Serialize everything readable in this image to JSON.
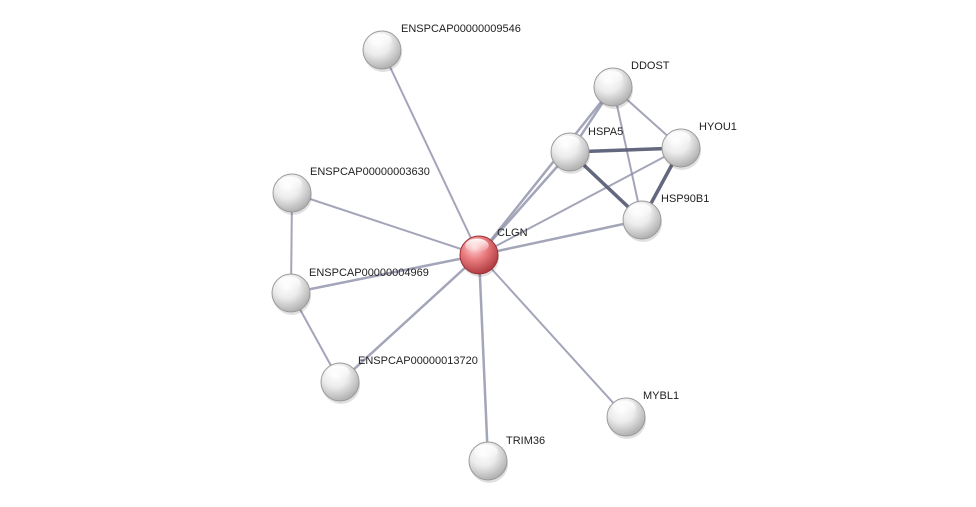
{
  "network": {
    "colors": {
      "query_node": "#e06a6e",
      "node": "#d8d8d8",
      "edge": "#8c8fa8",
      "edge_strong": "#5b6078"
    },
    "nodes": [
      {
        "id": "clgn",
        "label": "CLGN",
        "query": true
      },
      {
        "id": "e9546",
        "label": "ENSPCAP00000009546",
        "query": false
      },
      {
        "id": "ddost",
        "label": "DDOST",
        "query": false
      },
      {
        "id": "hspa5",
        "label": "HSPA5",
        "query": false
      },
      {
        "id": "hyou1",
        "label": "HYOU1",
        "query": false
      },
      {
        "id": "hsp90b1",
        "label": "HSP90B1",
        "query": false
      },
      {
        "id": "e3630",
        "label": "ENSPCAP00000003630",
        "query": false
      },
      {
        "id": "e4969",
        "label": "ENSPCAP00000004969",
        "query": false
      },
      {
        "id": "e13720",
        "label": "ENSPCAP00000013720",
        "query": false
      },
      {
        "id": "mybl1",
        "label": "MYBL1",
        "query": false
      },
      {
        "id": "trim36",
        "label": "TRIM36",
        "query": false
      }
    ],
    "edges": [
      {
        "source": "clgn",
        "target": "e9546",
        "strength": 1
      },
      {
        "source": "clgn",
        "target": "ddost",
        "strength": 2
      },
      {
        "source": "clgn",
        "target": "hspa5",
        "strength": 2
      },
      {
        "source": "clgn",
        "target": "hyou1",
        "strength": 1
      },
      {
        "source": "clgn",
        "target": "hsp90b1",
        "strength": 2
      },
      {
        "source": "clgn",
        "target": "e3630",
        "strength": 1
      },
      {
        "source": "clgn",
        "target": "e4969",
        "strength": 2
      },
      {
        "source": "clgn",
        "target": "e13720",
        "strength": 2
      },
      {
        "source": "clgn",
        "target": "mybl1",
        "strength": 1
      },
      {
        "source": "clgn",
        "target": "trim36",
        "strength": 2
      },
      {
        "source": "ddost",
        "target": "hspa5",
        "strength": 2
      },
      {
        "source": "ddost",
        "target": "hyou1",
        "strength": 1
      },
      {
        "source": "ddost",
        "target": "hsp90b1",
        "strength": 1
      },
      {
        "source": "hspa5",
        "target": "hyou1",
        "strength": 3
      },
      {
        "source": "hspa5",
        "target": "hsp90b1",
        "strength": 3
      },
      {
        "source": "hyou1",
        "target": "hsp90b1",
        "strength": 3
      },
      {
        "source": "e3630",
        "target": "e4969",
        "strength": 1
      },
      {
        "source": "e4969",
        "target": "e13720",
        "strength": 1
      }
    ]
  }
}
